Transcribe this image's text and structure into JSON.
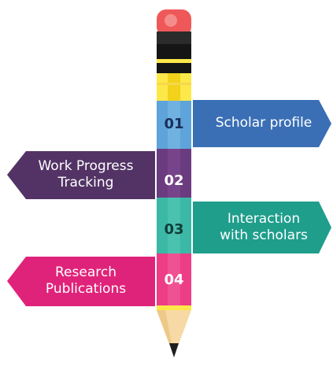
{
  "colors": {
    "eraser": "#ef5858",
    "eraser_shine": "#f58c8c",
    "band_dark": "#2b2b2b",
    "band_yellow": "#fde84a",
    "wood": "#f6d9a5",
    "tip": "#1d1d1d",
    "step1": "#3a6fb5",
    "step2": "#533366",
    "step3": "#1f9e8c",
    "step4": "#e0237a"
  },
  "steps": [
    {
      "number": "01",
      "label_lines": [
        "Scholar profile"
      ],
      "side": "right"
    },
    {
      "number": "02",
      "label_lines": [
        "Work Progress",
        "Tracking"
      ],
      "side": "left"
    },
    {
      "number": "03",
      "label_lines": [
        "Interaction",
        "with scholars"
      ],
      "side": "right"
    },
    {
      "number": "04",
      "label_lines": [
        "Research",
        "Publications"
      ],
      "side": "left"
    }
  ]
}
